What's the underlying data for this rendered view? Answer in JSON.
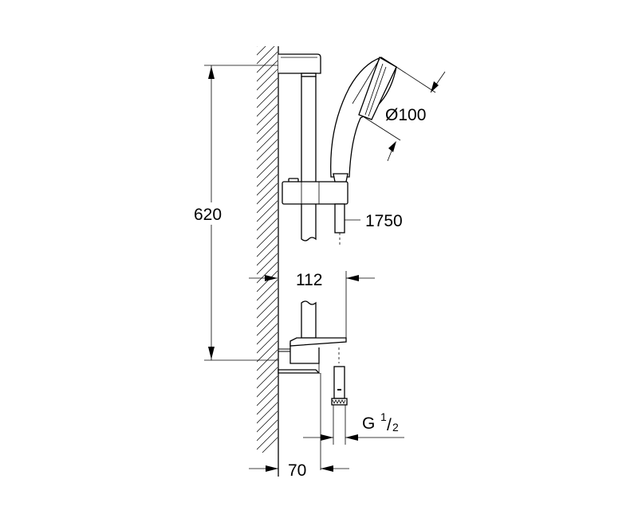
{
  "drawing": {
    "title": "Shower rail set technical drawing",
    "colors": {
      "line": "#000000",
      "background": "#ffffff"
    },
    "dimensions": {
      "rail_height": "620",
      "hand_shower_diameter": "Ø100",
      "hose_length": "1750",
      "projection": "112",
      "wall_to_outlet": "70",
      "thread_main": "G",
      "thread_num": "1",
      "thread_den": "2"
    }
  }
}
